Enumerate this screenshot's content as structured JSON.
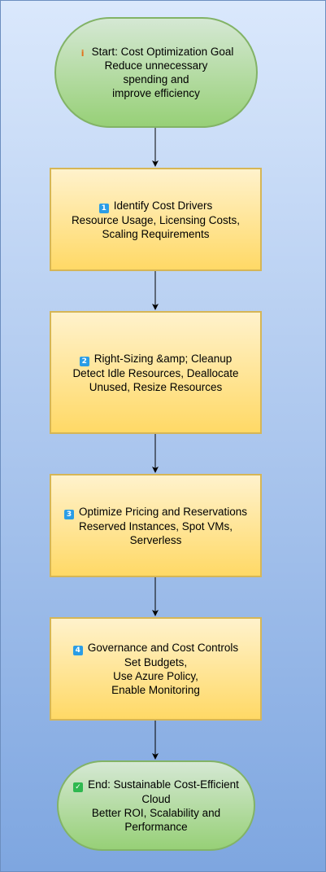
{
  "colors": {
    "background_top": "#dae8fc",
    "background_bottom": "#7ea6e0",
    "terminal_fill_top": "#d5e8d4",
    "terminal_fill_bottom": "#97d077",
    "terminal_stroke": "#82b366",
    "process_fill_top": "#fff2cc",
    "process_fill_bottom": "#ffd966",
    "process_stroke": "#d6b656",
    "arrow": "#000000"
  },
  "nodes": {
    "start": {
      "icon": "information-icon",
      "icon_glyph": "i",
      "title": "Start: Cost Optimization Goal",
      "lines": [
        "Reduce unnecessary",
        "spending and",
        "improve efficiency"
      ]
    },
    "step1": {
      "icon": "keycap-1-icon",
      "icon_glyph": "1",
      "title": "Identify Cost Drivers",
      "lines": [
        "Resource Usage, Licensing Costs,",
        "Scaling Requirements"
      ]
    },
    "step2": {
      "icon": "keycap-2-icon",
      "icon_glyph": "2",
      "title": "Right-Sizing &amp; Cleanup",
      "lines": [
        "Detect Idle Resources, Deallocate",
        "Unused, Resize Resources"
      ]
    },
    "step3": {
      "icon": "keycap-3-icon",
      "icon_glyph": "3",
      "title": "Optimize Pricing and Reservations",
      "lines": [
        "Reserved Instances, Spot VMs,",
        "Serverless"
      ]
    },
    "step4": {
      "icon": "keycap-4-icon",
      "icon_glyph": "4",
      "title": "Governance and Cost Controls",
      "lines": [
        "Set Budgets,",
        "Use Azure Policy,",
        "Enable Monitoring"
      ]
    },
    "end": {
      "icon": "check-mark-icon",
      "icon_glyph": "✓",
      "title": "End: Sustainable Cost-Efficient",
      "lines": [
        "Cloud",
        "Better ROI, Scalability and",
        "Performance"
      ]
    }
  }
}
